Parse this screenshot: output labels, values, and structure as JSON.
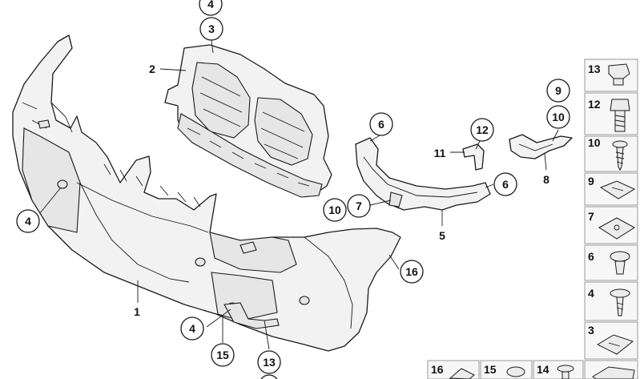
{
  "diagram": {
    "circled_callouts": [
      {
        "id": "c4top",
        "label": "4"
      },
      {
        "id": "c3",
        "label": "3"
      },
      {
        "id": "c6a",
        "label": "6"
      },
      {
        "id": "c12",
        "label": "12"
      },
      {
        "id": "c9",
        "label": "9"
      },
      {
        "id": "c10a",
        "label": "10"
      },
      {
        "id": "c6b",
        "label": "6"
      },
      {
        "id": "c7",
        "label": "7"
      },
      {
        "id": "c10b",
        "label": "10"
      },
      {
        "id": "c4l",
        "label": "4"
      },
      {
        "id": "c16",
        "label": "16"
      },
      {
        "id": "c4b",
        "label": "4"
      },
      {
        "id": "c15",
        "label": "15"
      },
      {
        "id": "c13",
        "label": "13"
      }
    ],
    "plain_labels": [
      {
        "id": "l2",
        "label": "2"
      },
      {
        "id": "l11",
        "label": "11"
      },
      {
        "id": "l8",
        "label": "8"
      },
      {
        "id": "l5",
        "label": "5"
      },
      {
        "id": "l1",
        "label": "1"
      }
    ],
    "hardware_tiles": [
      {
        "id": "t13",
        "label": "13",
        "icon": "clip-nut-icon"
      },
      {
        "id": "t12",
        "label": "12",
        "icon": "hex-bolt-icon"
      },
      {
        "id": "t10",
        "label": "10",
        "icon": "self-tapping-screw-icon"
      },
      {
        "id": "t9",
        "label": "9",
        "icon": "spring-nut-icon"
      },
      {
        "id": "t7",
        "label": "7",
        "icon": "clip-nut-icon"
      },
      {
        "id": "t6",
        "label": "6",
        "icon": "expanding-rivet-icon"
      },
      {
        "id": "t4",
        "label": "4",
        "icon": "flange-screw-icon"
      },
      {
        "id": "t3",
        "label": "3",
        "icon": "clip-icon"
      },
      {
        "id": "t16",
        "label": "16",
        "icon": "clip-icon"
      },
      {
        "id": "t15",
        "label": "15",
        "icon": "expanding-rivet-icon"
      },
      {
        "id": "t14",
        "label": "14",
        "icon": "push-rivet-icon"
      },
      {
        "id": "t-blank",
        "label": "",
        "icon": "reference-tab-icon"
      }
    ]
  }
}
